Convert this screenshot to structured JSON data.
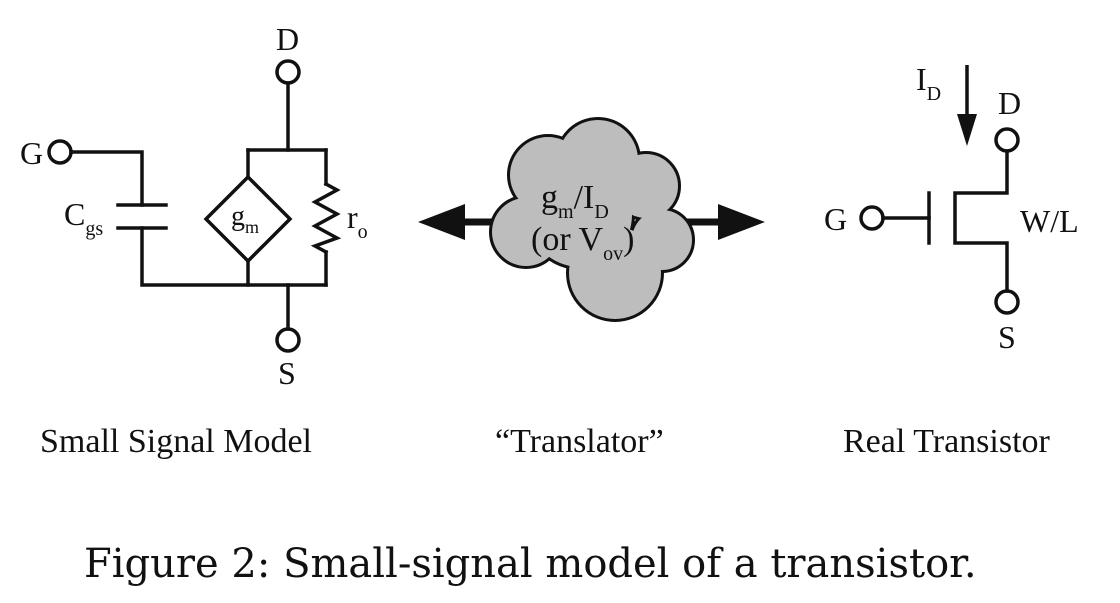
{
  "small_signal": {
    "gate": "G",
    "drain": "D",
    "source": "S",
    "cgs_main": "C",
    "cgs_sub": "gs",
    "gm_main": "g",
    "gm_sub": "m",
    "ro_main": "r",
    "ro_sub": "o",
    "label": "Small Signal Model"
  },
  "translator": {
    "line1_a": "g",
    "line1_sub1": "m",
    "line1_b": "/I",
    "line1_sub2": "D",
    "line2_a": "(or V",
    "line2_sub": "ov",
    "line2_b": ")",
    "label": "“Translator”",
    "cloud_color": "#bdbdbd"
  },
  "real_transistor": {
    "current_main": "I",
    "current_sub": "D",
    "gate": "G",
    "drain": "D",
    "source": "S",
    "size": "W/L",
    "label": "Real Transistor"
  },
  "caption": "Figure 2: Small-signal model of a transistor."
}
